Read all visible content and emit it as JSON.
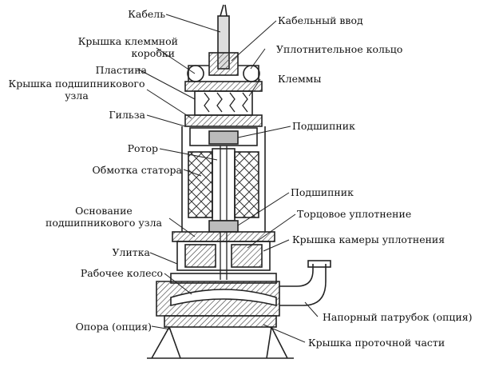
{
  "labels": {
    "kabel": "Кабель",
    "kabelnyi_vvod": "Кабельный ввод",
    "kryshka_klemmnoi_1": "Крышка клеммной",
    "kryshka_klemmnoi_2": "коробки",
    "uplotnitelnoe_koltso": "Уплотнительное кольцо",
    "plastina": "Пластина",
    "kryshka_podsh_1": "Крышка подшипникового",
    "kryshka_podsh_2": "узла",
    "klemmy": "Клеммы",
    "gilza": "Гильза",
    "podshipnik_top": "Подшипник",
    "rotor": "Ротор",
    "obmotka": "Обмотка статора",
    "podshipnik_bottom": "Подшипник",
    "osnovanie_1": "Основание",
    "osnovanie_2": "подшипникового узла",
    "tortsovoe": "Торцовое уплотнение",
    "kryshka_kamery": "Крышка камеры уплотнения",
    "ulitka": "Улитка",
    "rabochee_koleso": "Рабочее колесо",
    "napornyi": "Напорный патрубок (опция)",
    "opora": "Опора (опция)",
    "kryshka_protochnoi": "Крышка проточной части"
  },
  "colors": {
    "line": "#222222",
    "text": "#111111",
    "background": "#ffffff",
    "hatch": "#444444"
  }
}
